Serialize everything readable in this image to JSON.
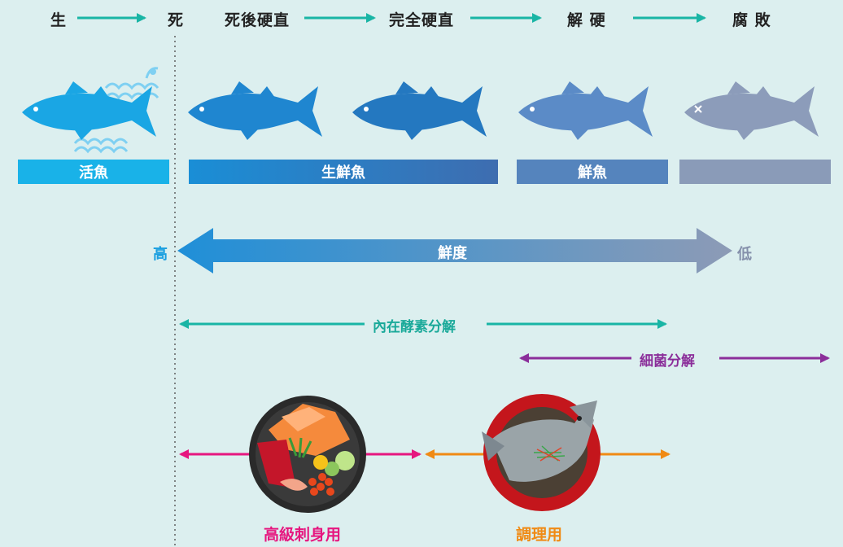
{
  "stages": [
    "生",
    "死",
    "死後硬直",
    "完全硬直",
    "解 硬",
    "腐 敗"
  ],
  "state_bars": [
    {
      "label": "活魚",
      "color": "#19b2e8"
    },
    {
      "label": "生鮮魚",
      "color": "#1a7fc8"
    },
    {
      "label": "鮮魚",
      "color": "#5584bd"
    },
    {
      "label": "",
      "color": "#8a9bb8"
    }
  ],
  "freshness": {
    "label": "鮮度",
    "high": "高",
    "low": "低",
    "color_start": "#1f8fd8",
    "color_end": "#8d9bb6"
  },
  "enzyme": {
    "label": "內在酵素分解",
    "color": "#1db3a2"
  },
  "bacteria": {
    "label": "細菌分解",
    "color": "#8b2e9a"
  },
  "uses": [
    {
      "label": "高級刺身用",
      "color": "#e6167f"
    },
    {
      "label": "調理用",
      "color": "#f08a14"
    }
  ],
  "colors": {
    "stage_arrow": "#19b5a5",
    "fish_1": "#1aa6e4",
    "fish_2": "#1f86d0",
    "fish_3": "#5b8bc7",
    "fish_4": "#8c9cba",
    "wave": "#7fd0f2"
  },
  "icons": [
    "fish-icon",
    "wave-icon",
    "sashimi-plate-icon",
    "cooked-fish-plate-icon",
    "cross-icon"
  ]
}
